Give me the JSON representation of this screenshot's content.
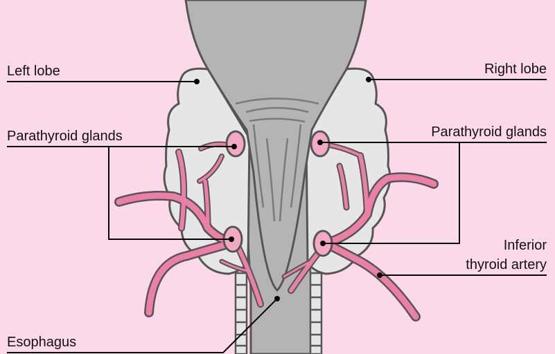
{
  "labels": {
    "left_lobe": "Left lobe",
    "right_lobe": "Right lobe",
    "parathyroid_left": "Parathyroid glands",
    "parathyroid_right": "Parathyroid glands",
    "inferior_artery_line1": "Inferior",
    "inferior_artery_line2": "thyroid artery",
    "esophagus": "Esophagus"
  },
  "colors": {
    "background": "#fbd9e8",
    "tissue_gray": "#b4b4b4",
    "lobe_fill": "#e6e6e6",
    "outline": "#555555",
    "artery_pink": "#ec7fa6",
    "gland_pink": "#f3a9c6",
    "leader_line": "#000000"
  }
}
